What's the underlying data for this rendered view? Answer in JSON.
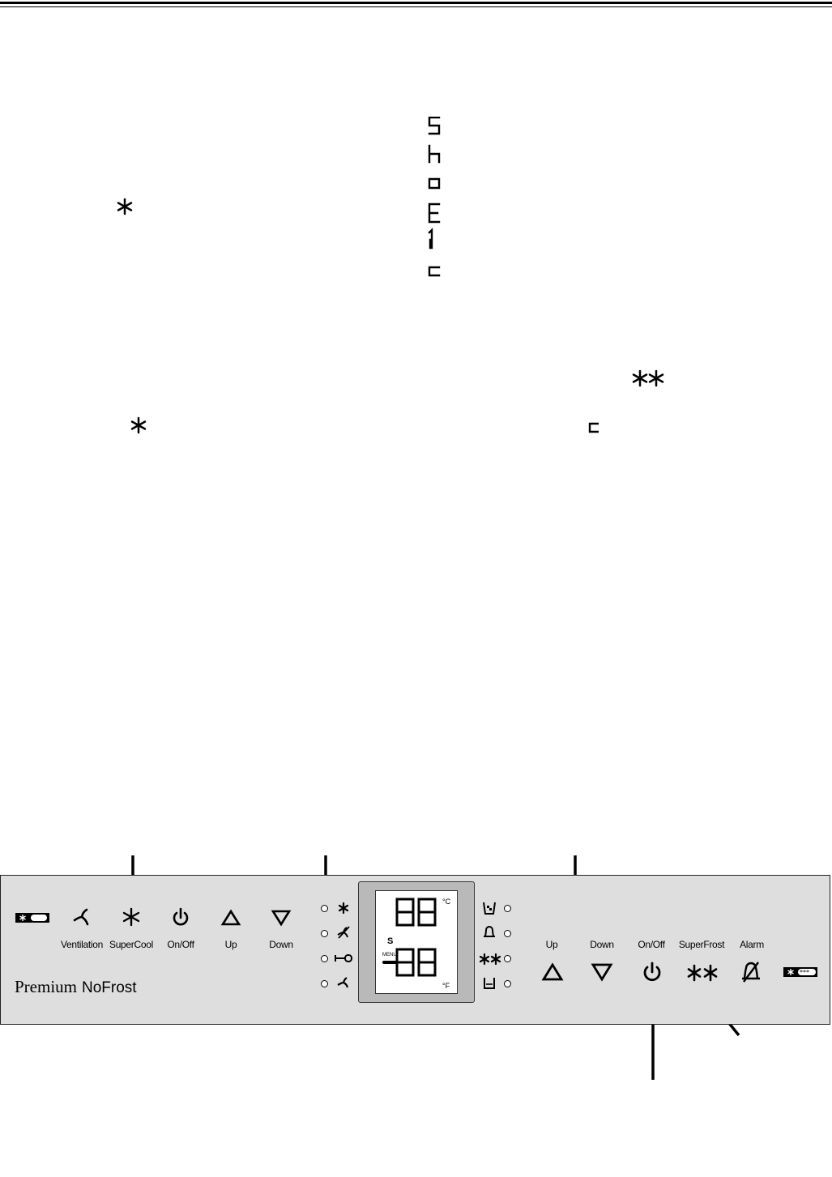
{
  "panel": {
    "left_buttons": [
      {
        "label": "Ventilation",
        "icon": "fan-icon"
      },
      {
        "label": "SuperCool",
        "icon": "snowflake-icon"
      },
      {
        "label": "On/Off",
        "icon": "power-icon"
      },
      {
        "label": "Up",
        "icon": "up-triangle-icon"
      },
      {
        "label": "Down",
        "icon": "down-triangle-icon"
      }
    ],
    "right_buttons": [
      {
        "label": "Up",
        "icon": "up-triangle-icon"
      },
      {
        "label": "Down",
        "icon": "down-triangle-icon"
      },
      {
        "label": "On/Off",
        "icon": "power-icon"
      },
      {
        "label": "SuperFrost",
        "icon": "double-snowflake-icon"
      },
      {
        "label": "Alarm",
        "icon": "alarm-mute-icon"
      }
    ],
    "brand": "Premium",
    "brand_sub": "NoFrost",
    "display": {
      "digits_top": "88",
      "digits_bottom": "88",
      "unit_c": "°C",
      "unit_f": "°F",
      "s_label": "S",
      "menu_label": "MENU"
    }
  },
  "icons": {
    "top_segment_column": [
      "seg-S",
      "seg-h",
      "seg-o",
      "seg-E",
      "seg-1",
      "seg-c"
    ],
    "inline_symbols": [
      "snowflake-icon",
      "snowflake-icon",
      "double-snowflake-icon",
      "seg-c-icon"
    ]
  }
}
